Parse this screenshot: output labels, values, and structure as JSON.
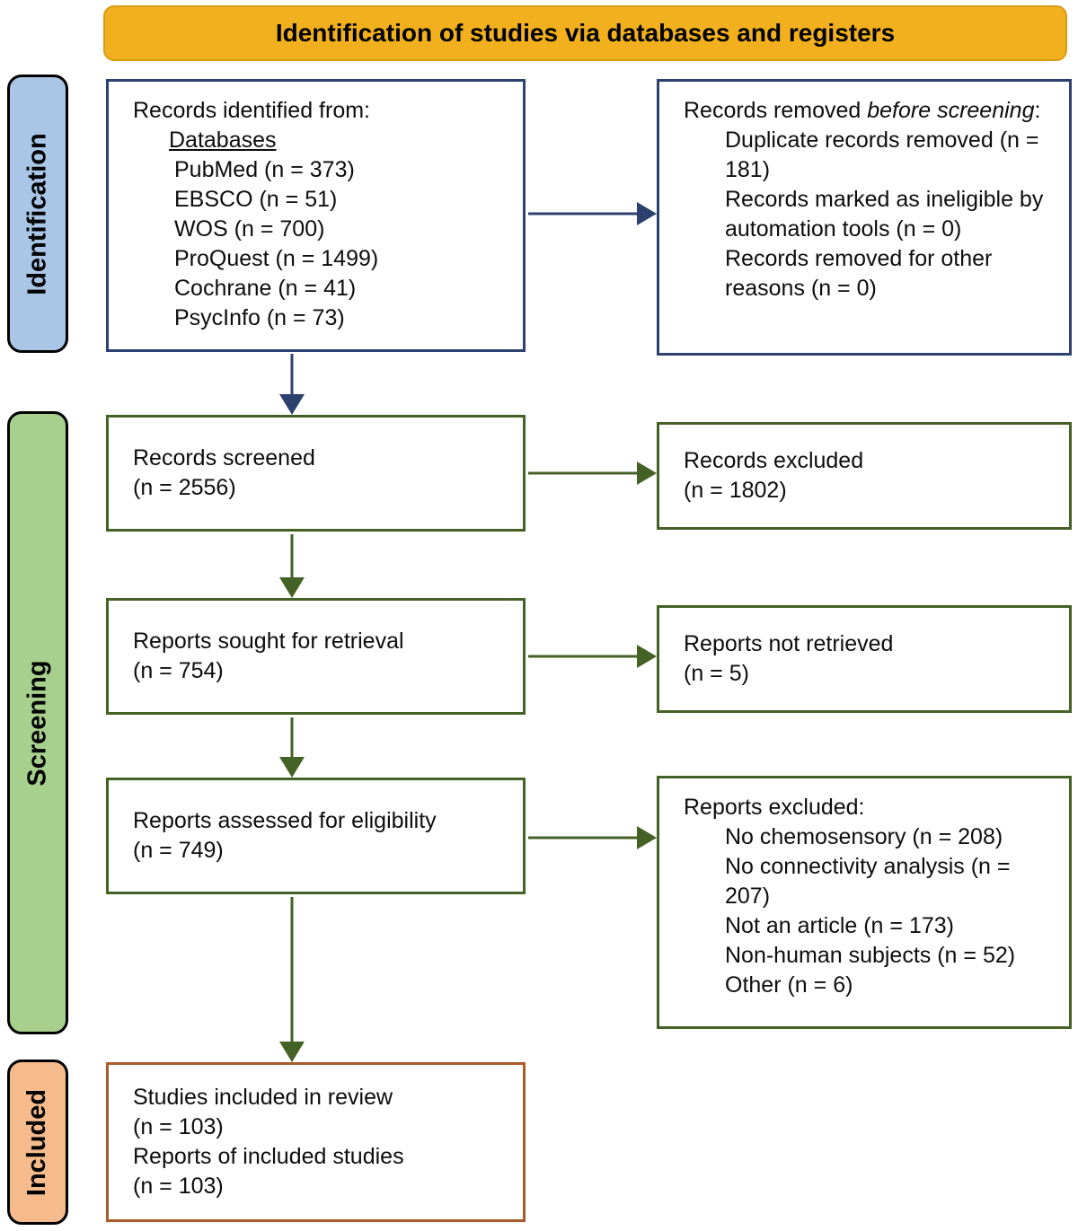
{
  "banner": {
    "title": "Identification of studies via databases and registers"
  },
  "sidebar": {
    "identification": "Identification",
    "screening": "Screening",
    "included": "Included"
  },
  "boxes": {
    "records_identified": {
      "title": "Records identified from:",
      "group_label": "Databases",
      "items": [
        "PubMed (n = 373)",
        "EBSCO (n = 51)",
        "WOS (n = 700)",
        "ProQuest (n = 1499)",
        "Cochrane (n = 41)",
        "PsycInfo (n = 73)"
      ]
    },
    "records_removed": {
      "title_prefix": "Records removed ",
      "title_italic": "before screening",
      "title_suffix": ":",
      "items": [
        "Duplicate records removed (n = 181)",
        "Records marked as ineligible by automation tools (n = 0)",
        "Records removed for other reasons (n = 0)"
      ]
    },
    "records_screened": {
      "lines": [
        "Records screened",
        "(n = 2556)"
      ]
    },
    "records_excluded": {
      "lines": [
        "Records excluded",
        "(n = 1802)"
      ]
    },
    "reports_sought": {
      "lines": [
        "Reports sought for retrieval",
        "(n = 754)"
      ]
    },
    "reports_not_retrieved": {
      "lines": [
        "Reports not retrieved",
        "(n = 5)"
      ]
    },
    "reports_assessed": {
      "lines": [
        "Reports assessed for eligibility",
        "(n = 749)"
      ]
    },
    "reports_excluded": {
      "title": "Reports excluded:",
      "items": [
        "No chemosensory (n = 208)",
        "No connectivity analysis (n = 207)",
        "Not an article (n = 173)",
        "Non-human subjects (n = 52)",
        "Other (n = 6)"
      ]
    },
    "studies_included": {
      "lines": [
        "Studies included in review",
        "(n = 103)",
        "Reports of included studies",
        "(n = 103)"
      ]
    }
  },
  "colors": {
    "banner_fill": "#F2B01E",
    "banner_border": "#D99B12",
    "navy": "#2C4170",
    "green": "#446226",
    "brown": "#A85A28",
    "identification_fill": "#A9C6E7",
    "screening_fill": "#A8D08D",
    "included_fill": "#F5BB8C"
  }
}
